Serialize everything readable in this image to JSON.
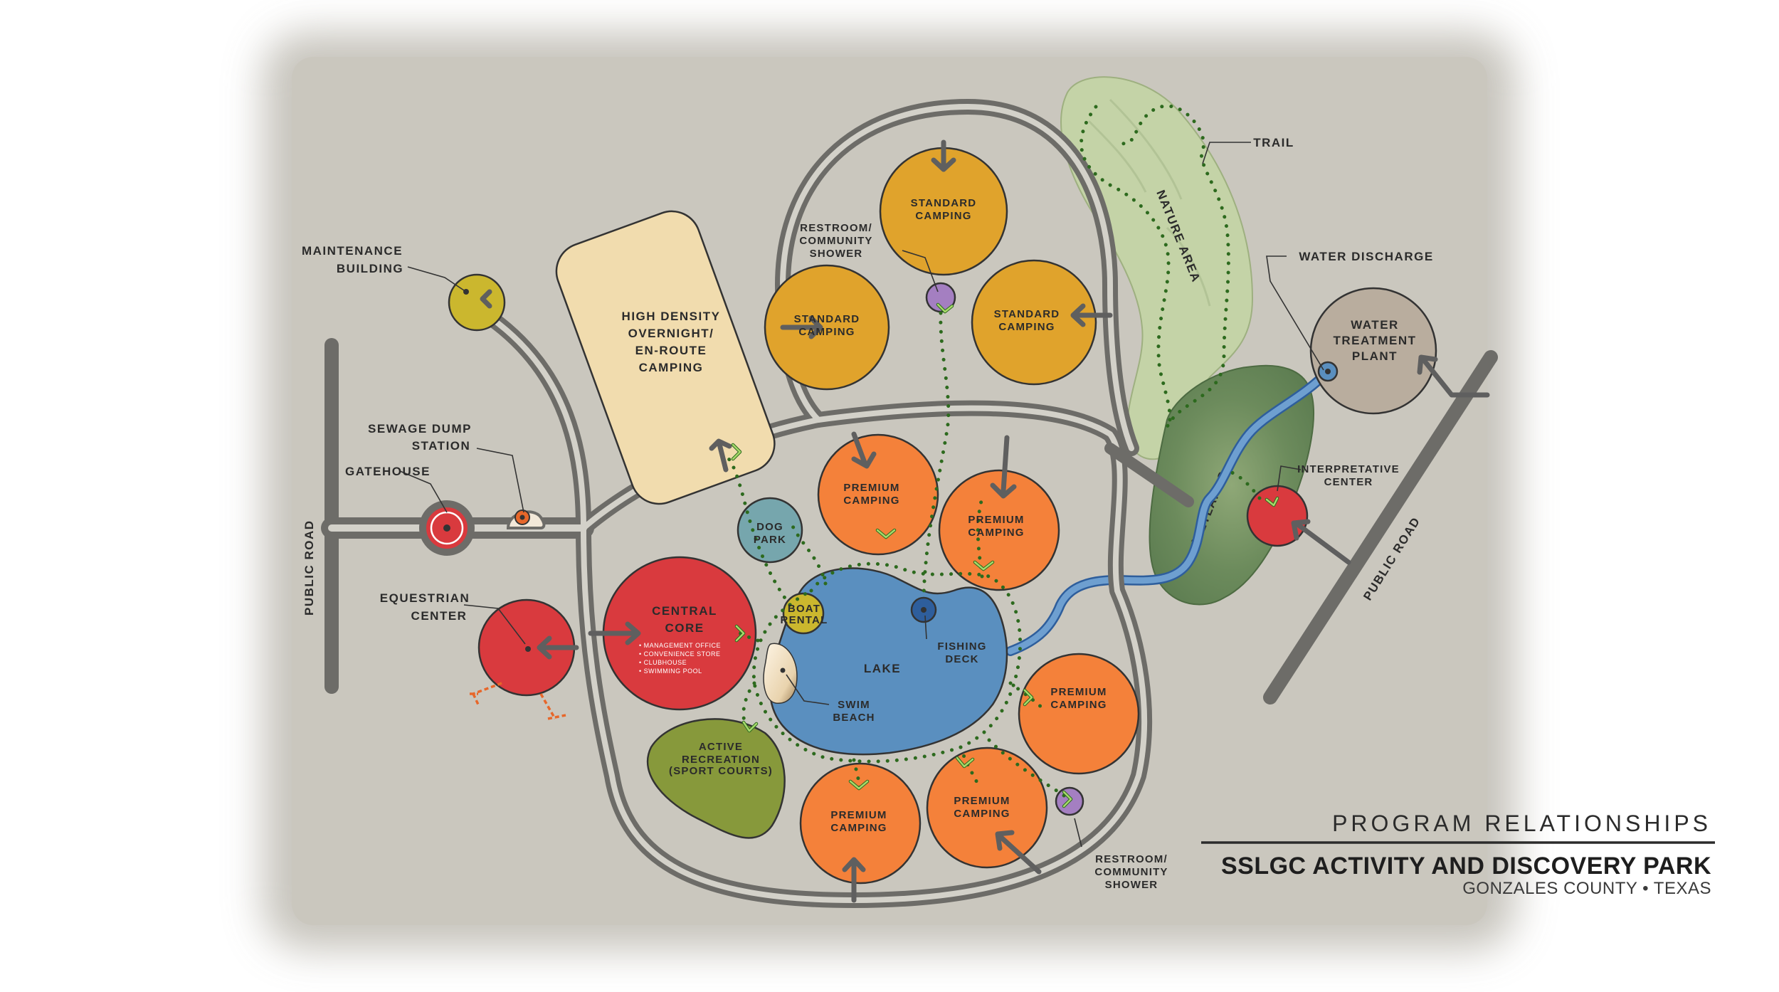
{
  "colors": {
    "site": "#cac7be",
    "road": "#6d6c68",
    "camping_standard": "#e0a32c",
    "camping_premium": "#f4813a",
    "central_core": "#d93a3e",
    "lake": "#5a8fbf",
    "dog_park": "#76a6ad",
    "active_recreation": "#87993b",
    "high_density": "#f1dcae",
    "maintenance": "#cbb72e",
    "nature_area": "#c4d3a7",
    "wetlands": "#6f8f5e",
    "water_treatment": "#b9ad9e",
    "restroom": "#a47fc1",
    "trail": "#2d6a1e"
  },
  "labels": {
    "public_road_left": "PUBLIC ROAD",
    "public_road_right": "PUBLIC ROAD",
    "maintenance_line1": "MAINTENANCE",
    "maintenance_line2": "BUILDING",
    "sewage_line1": "SEWAGE DUMP",
    "sewage_line2": "STATION",
    "gatehouse": "GATEHOUSE",
    "equestrian_line1": "EQUESTRIAN",
    "equestrian_line2": "CENTER",
    "high_density_line1": "HIGH DENSITY",
    "high_density_line2": "OVERNIGHT/",
    "high_density_line3": "EN-ROUTE",
    "high_density_line4": "CAMPING",
    "restroom_top_line1": "RESTROOM/",
    "restroom_top_line2": "COMMUNITY",
    "restroom_top_line3": "SHOWER",
    "restroom_bottom_line1": "RESTROOM/",
    "restroom_bottom_line2": "COMMUNITY",
    "restroom_bottom_line3": "SHOWER",
    "standard_line1": "STANDARD",
    "standard_line2": "CAMPING",
    "premium_line1": "PREMIUM",
    "premium_line2": "CAMPING",
    "dog_line1": "DOG",
    "dog_line2": "PARK",
    "central_line1": "CENTRAL",
    "central_line2": "CORE",
    "central_items": [
      "MANAGEMENT OFFICE",
      "CONVENIENCE STORE",
      "CLUBHOUSE",
      "SWIMMING POOL"
    ],
    "boat_line1": "BOAT",
    "boat_line2": "RENTAL",
    "lake": "LAKE",
    "fishing_line1": "FISHING",
    "fishing_line2": "DECK",
    "swim_line1": "SWIM",
    "swim_line2": "BEACH",
    "active_line1": "ACTIVE",
    "active_line2": "RECREATION",
    "active_line3": "(SPORT COURTS)",
    "trail": "TRAIL",
    "nature_area": "NATURE AREA",
    "wetlands": "WETLANDS",
    "water_discharge": "WATER DISCHARGE",
    "water_treatment_line1": "WATER",
    "water_treatment_line2": "TREATMENT",
    "water_treatment_line3": "PLANT",
    "interpretative_line1": "INTERPRETATIVE",
    "interpretative_line2": "CENTER"
  },
  "title_block": {
    "heading": "PROGRAM RELATIONSHIPS",
    "project": "SSLGC ACTIVITY AND DISCOVERY PARK",
    "location": "GONZALES COUNTY • TEXAS"
  }
}
